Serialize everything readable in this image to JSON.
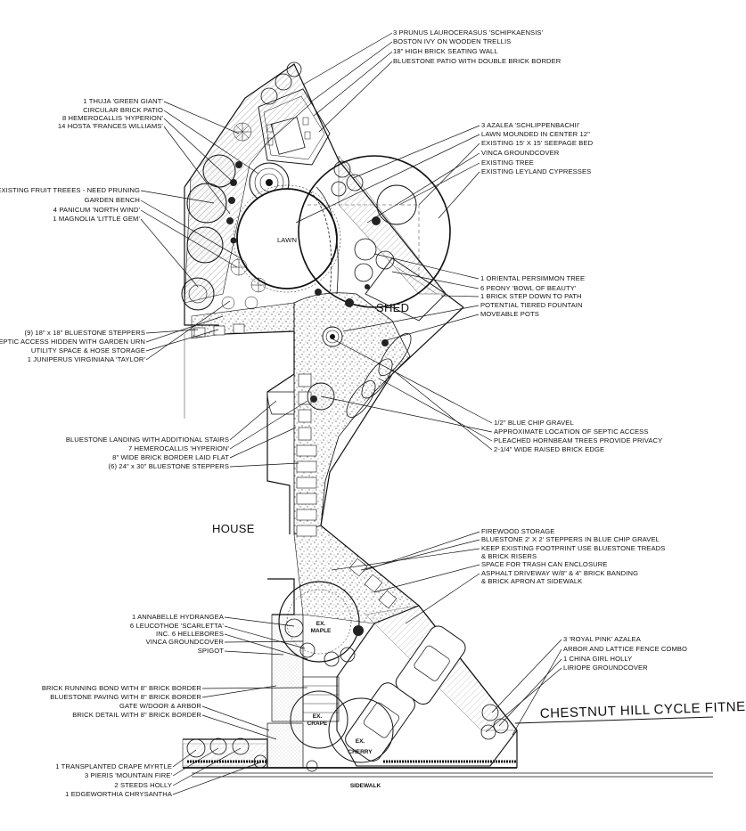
{
  "labels": {
    "top": [
      "3 PRUNUS LAUROCERASUS 'SCHIPKAENSIS'",
      "BOSTON IVY ON WOODEN TRELLIS",
      "18\" HIGH BRICK SEATING WALL",
      "BLUESTONE PATIO WITH DOUBLE BRICK BORDER"
    ],
    "upper_left": [
      "1 THUJA 'GREEN GIANT'",
      "CIRCULAR BRICK PATIO",
      "8 HEMEROCALLIS 'HYPERION'",
      "14 HOSTA 'FRANCES WILLIAMS'"
    ],
    "upper_right": [
      "3 AZALEA 'SCHLIPPENBACHII'",
      "LAWN MOUNDED IN CENTER 12\"",
      "EXISTING 15' X 15' SEEPAGE BED",
      "VINCA GROUNDCOVER",
      "EXISTING TREE",
      "EXISTING LEYLAND CYPRESSES"
    ],
    "mid_left": [
      "EXISTING FRUIT TREEES - NEED PRUNING",
      "GARDEN BENCH",
      "4 PANICUM 'NORTH WIND'",
      "1 MAGNOLIA 'LITTLE GEM'"
    ],
    "shed_right": [
      "1 ORIENTAL PERSIMMON TREE",
      "6 PEONY 'BOWL OF BEAUTY'",
      "1 BRICK STEP DOWN TO PATH",
      "POTENTIAL TIERED FOUNTAIN",
      "MOVEABLE POTS"
    ],
    "septic_left": [
      "(9) 18\" x 18\" BLUESTONE STEPPERS",
      "SEPTIC ACCESS HIDDEN WITH GARDEN URN",
      "UTILITY SPACE & HOSE STORAGE",
      "1 JUNIPERUS VIRGINIANA 'TAYLOR'"
    ],
    "gravel_right": [
      "1/2\" BLUE CHIP GRAVEL",
      "APPROXIMATE LOCATION OF SEPTIC ACCESS",
      "PLEACHED HORNBEAM TREES PROVIDE PRIVACY",
      "2-1/4\" WIDE RAISED BRICK EDGE"
    ],
    "landing_left": [
      "BLUESTONE LANDING WITH ADDITIONAL STAIRS",
      "7 HEMEROCALLIS 'HYPERION'",
      "8\" WIDE BRICK BORDER LAID FLAT",
      "(6) 24\" x 30\" BLUESTONE STEPPERS"
    ],
    "firewood_right": [
      "FIREWOOD STORAGE",
      "BLUESTONE 2' X 2' STEPPERS IN BLUE CHIP GRAVEL",
      "KEEP EXISTING FOOTPRINT USE BLUESTONE TREADS",
      "& BRICK RISERS",
      "SPACE FOR TRASH CAN ENCLOSURE",
      "ASPHALT DRIVEWAY W/8\" & 4\" BRICK BANDING",
      "& BRICK APRON AT SIDEWALK"
    ],
    "maple_left": [
      "1 ANNABELLE HYDRANGEA",
      "6 LEUCOTHOE 'SCARLETTA'",
      "INC. 6 HELLEBORES",
      "VINCA GROUNDCOVER",
      "SPIGOT"
    ],
    "drive_right": [
      "3 'ROYAL PINK' AZALEA",
      "ARBOR AND LATTICE FENCE COMBO",
      "1 CHINA GIRL HOLLY",
      "LIRIOPE GROUNDCOVER"
    ],
    "brick_left": [
      "BRICK RUNNING BOND WITH 8\" BRICK BORDER",
      "BLUESTONE PAVING WITH 8\" BRICK BORDER",
      "GATE W/DOOR & ARBOR",
      "BRICK DETAIL WITH 8\" BRICK BORDER"
    ],
    "bottom_left": [
      "1 TRANSPLANTED CRAPE MYRTLE",
      "3 PIERIS 'MOUNTAIN FIRE'",
      "2 STEEDS HOLLY",
      "1 EDGEWORTHIA CHRYSANTHA"
    ]
  },
  "areas": {
    "lawn": "LAWN",
    "shed": "SHED",
    "house": "HOUSE",
    "maple_1": "EX.",
    "maple_2": "MAPLE",
    "crape_1": "EX.",
    "crape_2": "CRAPE",
    "cherry_1": "EX.",
    "cherry_2": "CHERRY",
    "sidewalk": "SIDEWALK",
    "street": "CHESTNUT HILL CYCLE FITNESS"
  }
}
